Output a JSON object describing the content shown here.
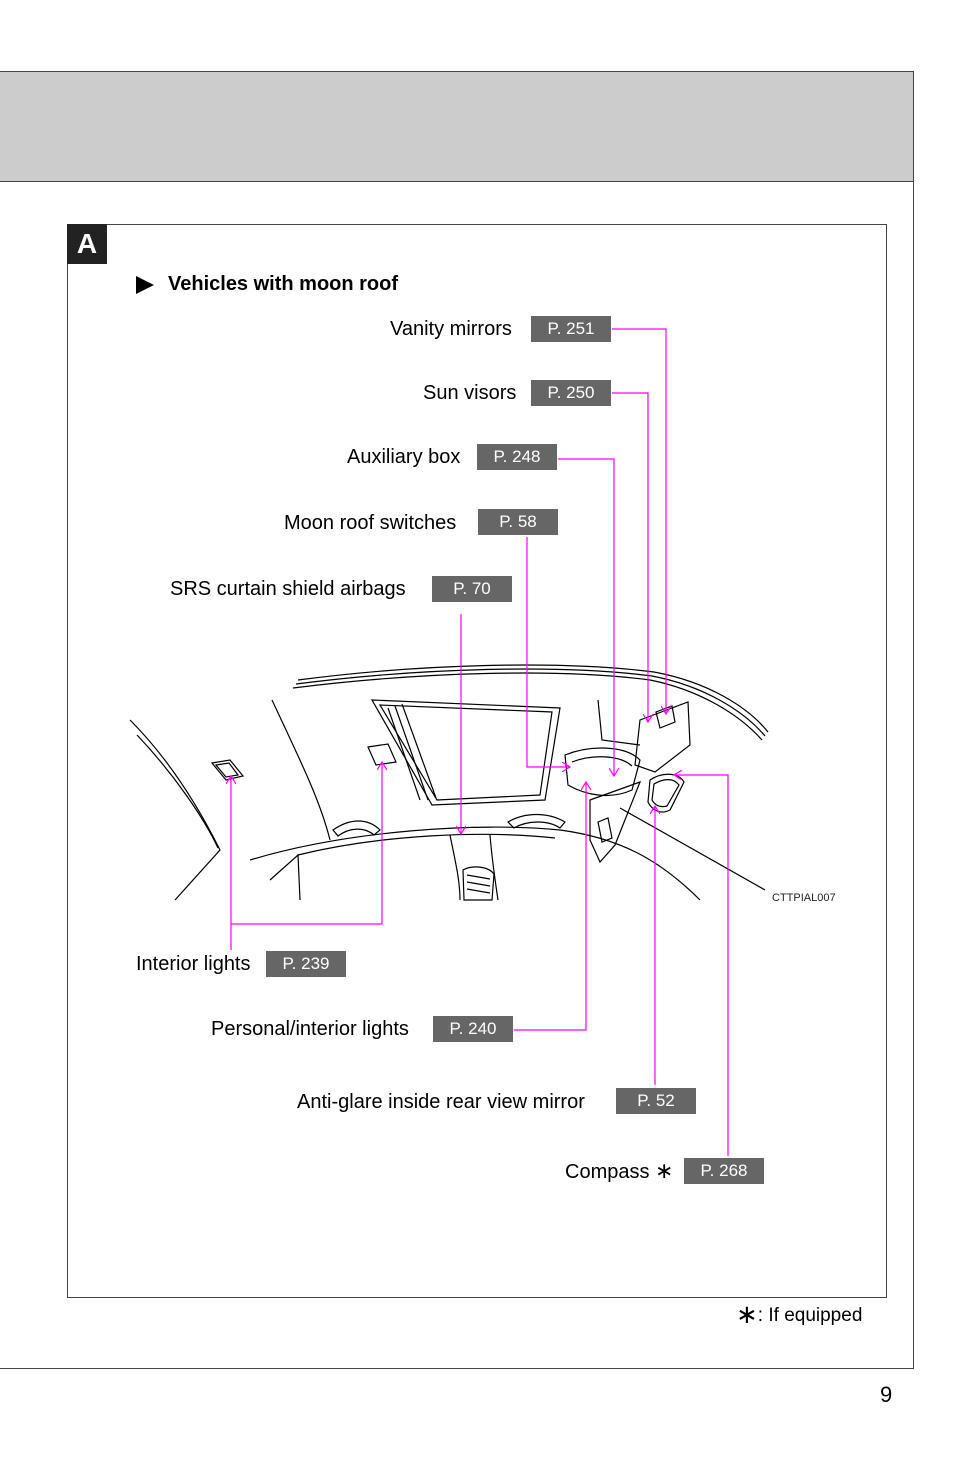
{
  "section": {
    "badge": "A",
    "subtitle": "Vehicles with moon roof"
  },
  "callouts": {
    "vanity_mirrors": {
      "label": "Vanity mirrors",
      "ref": "P. 251"
    },
    "sun_visors": {
      "label": "Sun visors",
      "ref": "P. 250"
    },
    "auxiliary_box": {
      "label": "Auxiliary box",
      "ref": "P. 248"
    },
    "moon_roof_switches": {
      "label": "Moon roof switches",
      "ref": "P. 58"
    },
    "srs_airbags": {
      "label": "SRS curtain shield airbags",
      "ref": "P. 70"
    },
    "interior_lights": {
      "label": "Interior lights",
      "ref": "P. 239"
    },
    "personal_lights": {
      "label": "Personal/interior lights",
      "ref": "P. 240"
    },
    "antiglare_mirror": {
      "label": "Anti-glare inside rear view mirror",
      "ref": "P. 52"
    },
    "compass": {
      "label": "Compass",
      "asterisk": "∗",
      "ref": "P. 268"
    }
  },
  "illustration_code": "CTTPIAL007",
  "footnote": {
    "symbol": "∗",
    "text": ": If equipped"
  },
  "page_number": "9",
  "colors": {
    "leader_line": "#ff00ff",
    "ref_box": "#666666",
    "header_band": "#cccccc"
  }
}
